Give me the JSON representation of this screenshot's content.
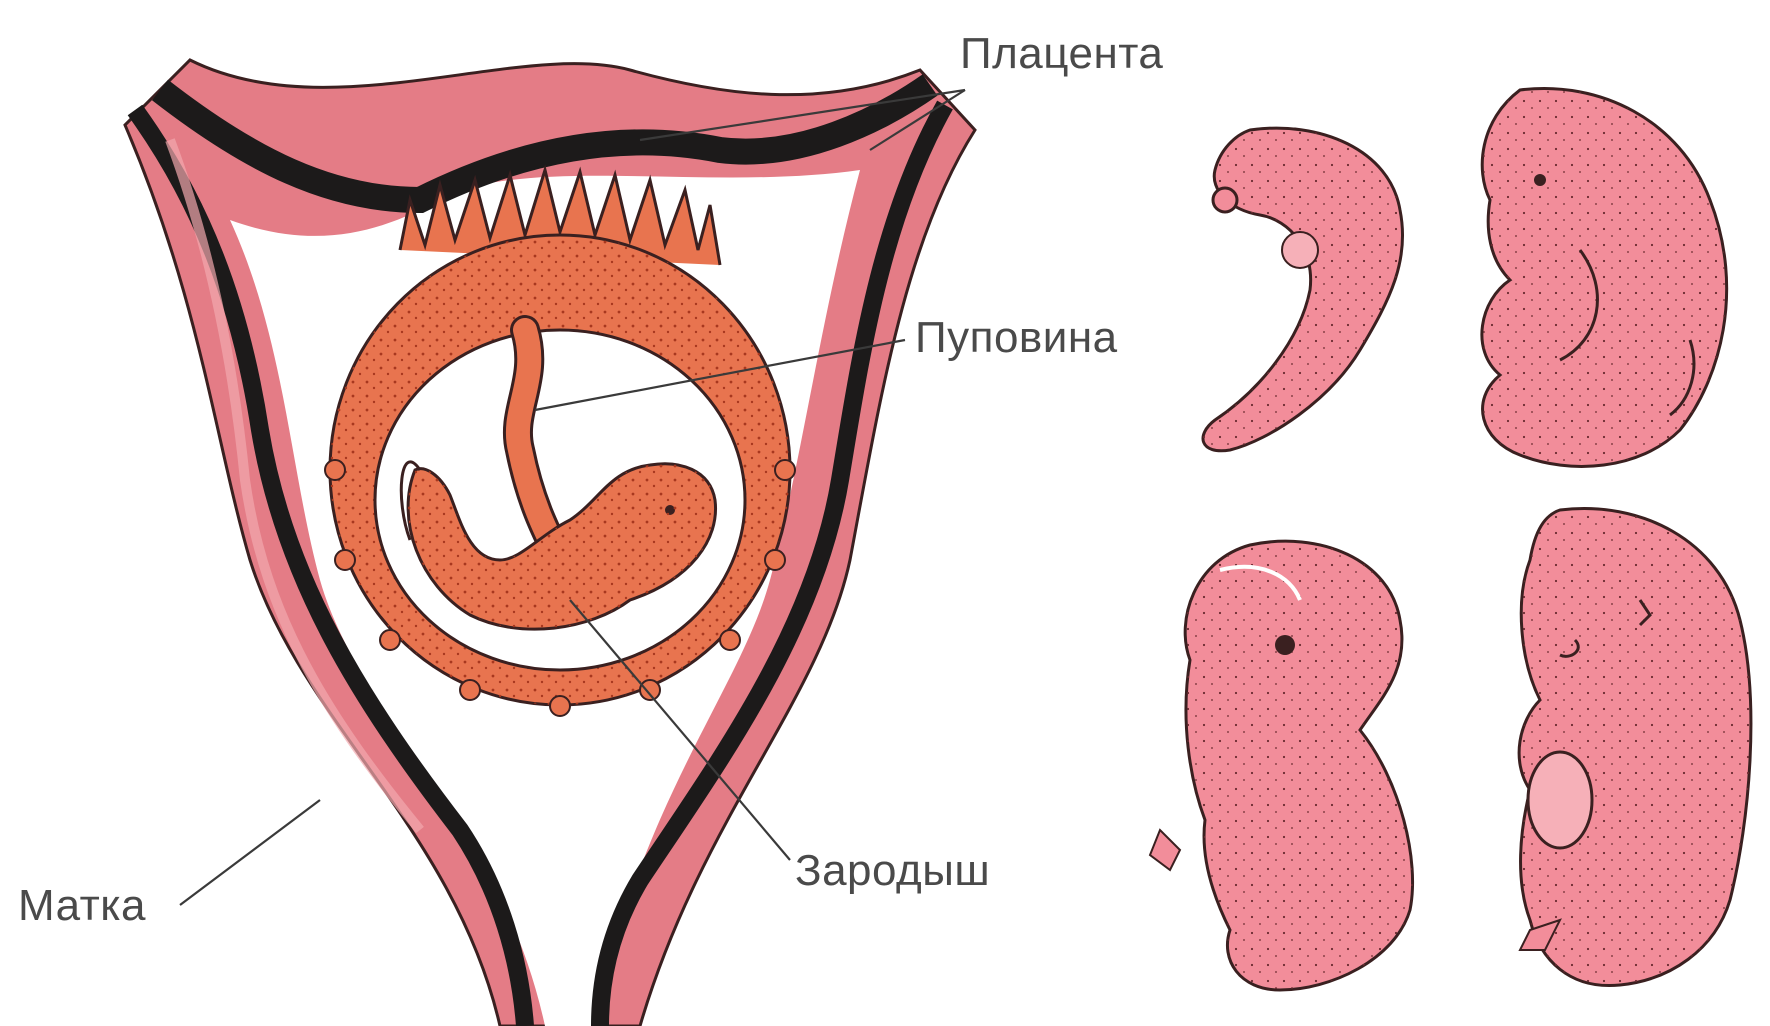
{
  "diagram": {
    "labels": {
      "placenta": "Плацента",
      "umbilical_cord": "Пуповина",
      "embryo": "Зародыш",
      "uterus": "Матка"
    },
    "colors": {
      "uterine_wall": "#e47c86",
      "uterine_wall_light": "#f2a8ae",
      "lining": "#1c1a1a",
      "chorion": "#e8744f",
      "chorion_dots": "#a8381f",
      "embryo_pink": "#f28d9a",
      "embryo_outline": "#3a2020",
      "background": "#ffffff"
    },
    "development_stages": [
      "stage-1",
      "stage-2",
      "stage-3",
      "stage-4"
    ]
  }
}
